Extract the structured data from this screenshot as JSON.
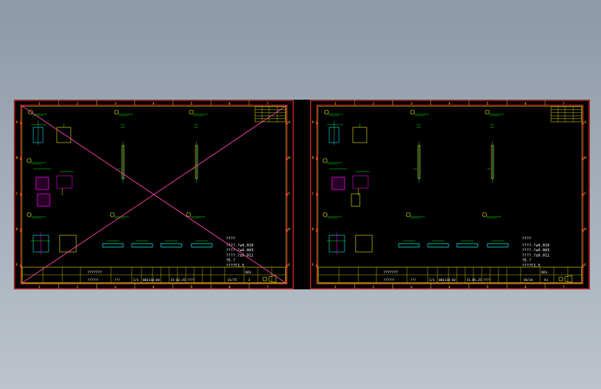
{
  "sheets": [
    {
      "id": "left",
      "crossed_out": true,
      "notes_title": "????",
      "notes": [
        "????.?±0.010",
        "????.?±0.003",
        "????.?±0.012",
        "?E-?",
        "????Γ1.5"
      ],
      "title_block": {
        "title": "???????",
        "sub_title": "??????",
        "qty": "???",
        "scale": "1/1",
        "drawing_no": "001110-04",
        "date": "15-02-25",
        "mark": "????",
        "page": "15/75",
        "rev_label": "REV.",
        "rev": "3"
      },
      "section_labels": [
        "1",
        "2",
        "3",
        "4",
        "5",
        "6",
        "7"
      ],
      "row_labels": [
        "A",
        "B",
        "C",
        "D",
        "E"
      ]
    },
    {
      "id": "right",
      "crossed_out": false,
      "notes_title": "????",
      "notes": [
        "????.?±0.010",
        "????.?±0.003",
        "????.?±0.012",
        "?E-?",
        "????Γ1.5"
      ],
      "title_block": {
        "title": "???????",
        "sub_title": "??????",
        "qty": "???",
        "scale": "1/1",
        "drawing_no": "001110-02",
        "date": "15.05.25",
        "mark": "????",
        "page": "18/34",
        "rev_label": "REV.",
        "rev": "A1"
      },
      "section_labels": [
        "1",
        "2",
        "3",
        "4",
        "5",
        "6",
        "7"
      ],
      "row_labels": [
        "A",
        "B",
        "C",
        "D",
        "E"
      ]
    }
  ],
  "colors": {
    "border": "#ff3030",
    "frame": "#ffff00",
    "geometry": "#00ffff",
    "dims": "#00ff00",
    "highlight": "#ff00ff",
    "cross": "#ff3fb0",
    "notes": "#ffffff"
  },
  "icons": [
    "projection-symbol-icon"
  ]
}
